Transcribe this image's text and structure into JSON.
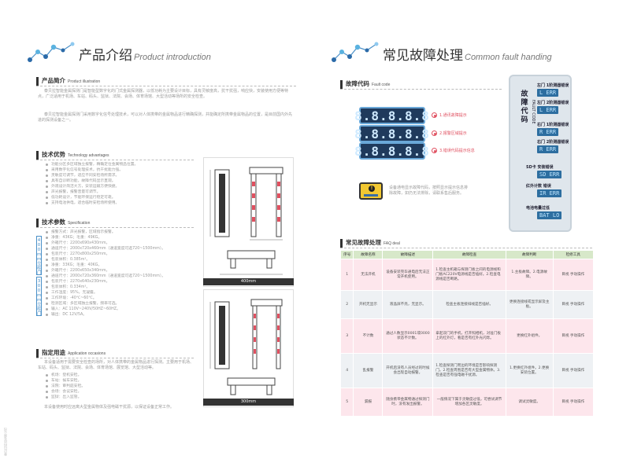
{
  "left": {
    "title_cn": "产品介绍",
    "title_en": "Product introduction",
    "intro": {
      "heading_cn": "产品简介",
      "heading_en": "Product illustration",
      "para1": "泰贝拉智能金属探测门是智能型数字化的门式金属探测器，以低功耗为主要设计目标，具有灵敏度高，抗干扰强，响应快，安装使用方便等特点，广泛适用于机场、车站、码头、监狱、法院、会场、体育场馆、大型活动等场所的安全检查。",
      "para2": "泰贝拉智能金属探测门采用数字化信号处理技术，可以对人体携带的金属物品进行精确探测，并能确定所携带金属物品的位置，是目前国内外先进的探测设备之一。"
    },
    "tech": {
      "heading_cn": "技术优势",
      "heading_en": "Technology advantages",
      "items": [
        "功能分区多区域独立报警，精确定位金属物品位置。",
        "采用数字化信号处理技术，抗干扰能力强。",
        "灵敏度可调节，适应不同安检场所需求。",
        "具有自诊断功能，故障代码显示直观。",
        "外观设计简洁大方，安装运输方便快捷。",
        "声光报警，报警音量可调节。",
        "低功耗设计，节能环保运行稳定可靠。",
        "支持电池供电，适合临时安检场所使用。"
      ]
    },
    "spec": {
      "heading_cn": "技术参数",
      "heading_en": "Specification",
      "tag1": "400mm立柱门",
      "tag2": "300mm立柱门",
      "items": [
        "报警方式：声光报警，区域指示报警。",
        "净重：43KG；毛重：49KG。",
        "外箱尺寸：2200x690x430mm。",
        "通道尺寸：2000x720x460mm（通道宽度可选720~1500mm）。",
        "包装尺寸：2270x800x250mm。",
        "包装体积：0.385m³。",
        "净重：33KG；毛重：40KG。",
        "外箱尺寸：2200x650x340mm。",
        "通道尺寸：2000x720x360mm（通道宽度可选720~1500mm）。",
        "包装尺寸：2270x640x230mm。",
        "包装体积：0.334m³。",
        "工作湿度：95%，无凝露。",
        "工作环境：-40℃~60℃。",
        "检测区域：多区域独立报警，频率可选。",
        "输入：AC 110V~240V/50HZ~60HZ。",
        "输出：DC 12V/5A。"
      ],
      "dim400": "400mm",
      "dim300": "300mm"
    },
    "notes": {
      "heading_cn": "指定用途",
      "heading_en": "Application occasions",
      "para": "本设备适用于需要安全检查的场所，对人体携带的金属物品进行探测。主要用于机场、车站、码头、监狱、法院、会场、体育场馆、展览馆、大型活动等。",
      "items": [
        "机场：登机安检。",
        "车站：候车安检。",
        "法院：审判庭安检。",
        "会场：会议安检。",
        "监狱：出入监管。"
      ],
      "footer": "本设备使用时应远离大型金属物体及强电磁干扰源，以保证设备正常工作。"
    },
    "side_tiny": "泰贝拉科技有限公司"
  },
  "right": {
    "title_cn": "常见故障处理",
    "title_en": "Common fault handing",
    "fault": {
      "heading_cn": "故障代码",
      "heading_en": "Fault code",
      "codes": [
        {
          "digits": "8.8.8.8.8",
          "label": "1.通讯故障提示"
        },
        {
          "digits": "8.8.8.8.8",
          "label": "2.报警区域提示"
        },
        {
          "digits": "8.8.8.8.8",
          "label": "3.错误代码提示信息"
        }
      ],
      "warn_text": "设备通电显示故障代码，按照显示提示信息排除故障，如仍无法排除，请联系售后服务。"
    },
    "panel": {
      "title": "故障代码",
      "title_en": "FAULT CODE",
      "rows": [
        {
          "label": "左门 1阶测器错误",
          "code": "L  ERR"
        },
        {
          "label": "左门 2阶测器错误",
          "code": "L  ERR"
        },
        {
          "label": "右门 1阶测器错误",
          "code": "R  ERR"
        },
        {
          "label": "右门 2阶测器错误",
          "code": "R  ERR"
        },
        {
          "label": "SD卡 安装错误",
          "code": "SD  ERR"
        },
        {
          "label": "红外计数 错误",
          "code": "IR  ERR"
        },
        {
          "label": "电池电量过低",
          "code": "BAT LO"
        }
      ]
    },
    "faq": {
      "heading_cn": "常见故障处理",
      "heading_en": "FAQ deal",
      "columns": [
        "序号",
        "故障名称",
        "故障描述",
        "故障检查",
        "故障判断",
        "检修工具"
      ],
      "rows": [
        {
          "no": "1",
          "name": "无法开机",
          "desc": "设备安装完毕通电后无法正常开机使用。",
          "check": "1.检查主机箱与探测门板之间的电源线和门板AC220V电源线是否插好。2.检查电源线是否断路。",
          "judge": "1.主板故障。2.电源故障。",
          "tool": "目视 手动操作"
        },
        {
          "no": "2",
          "name": "开机无显示",
          "desc": "液晶屏不亮，无显示。",
          "check": "检查主板连接排线是否插好。",
          "judge": "更换连接线或显示屏及主板。",
          "tool": "目视 手动操作"
        },
        {
          "no": "3",
          "name": "不计数",
          "desc": "通过人数显示0001或0000状态不计数。",
          "check": "拿起双门的手机，打开照相机，对准门板上的红外灯，看是否有红外光闪烁。",
          "judge": "更换红外组件。",
          "tool": "目视 手动操作"
        },
        {
          "no": "4",
          "name": "乱报警",
          "desc": "开机后没有人员经过的时候会出现自动报警。",
          "check": "1.检查探测门周边的环境是否影响探测门。2.检查周围是否有大型金属物体。3.检查是否有强电磁干扰源。",
          "judge": "1.更换红外组件。2.更换安装位置。",
          "tool": "目视 手动操作"
        },
        {
          "no": "5",
          "name": "漏报",
          "desc": "随身携带金属物通过探测门时，没有发出报警。",
          "check": "一般情况下属于灵敏度过低，可尝试调节增加各区灵敏度。",
          "judge": "调试灵敏度。",
          "tool": "目视 手动操作"
        }
      ]
    }
  },
  "colors": {
    "accent": "#4a90c8",
    "pink": "#e05060",
    "panel": "#2d6ea0"
  }
}
